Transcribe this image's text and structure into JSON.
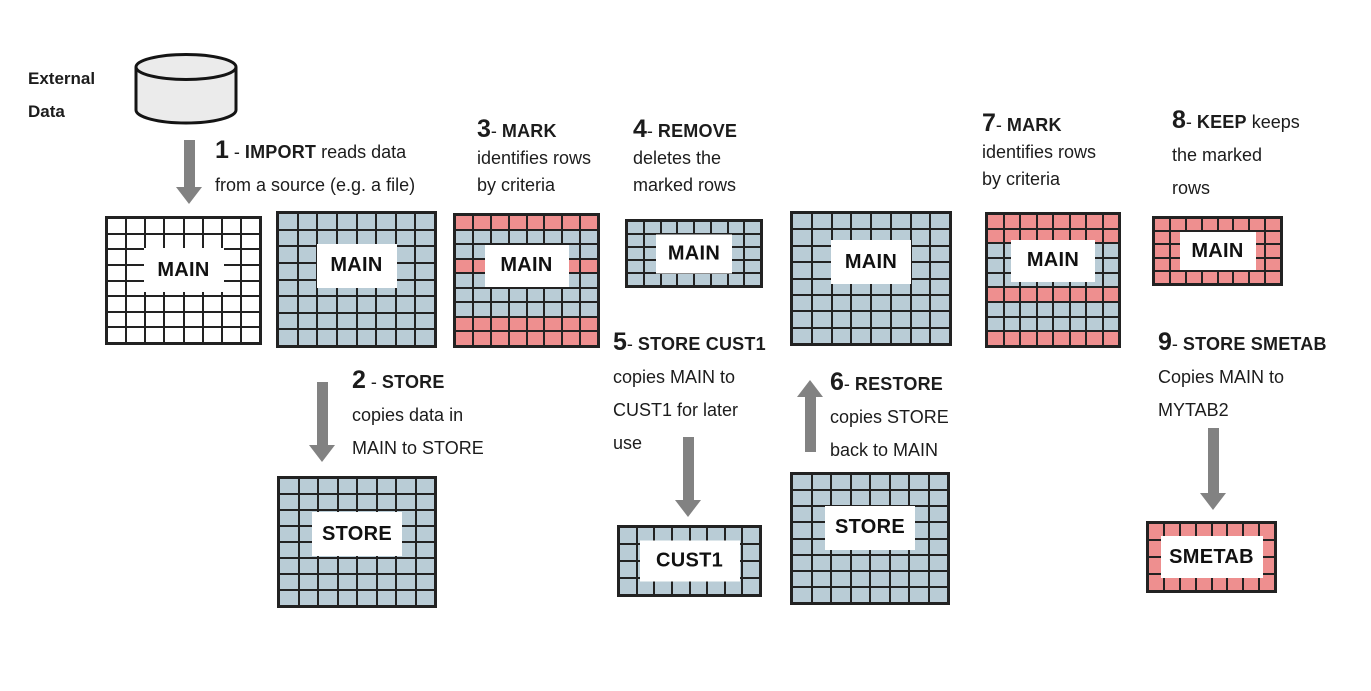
{
  "palette": {
    "cell_blue": "#b9ccd6",
    "cell_pink": "#ee8f8f",
    "cell_white": "#ffffff",
    "grid_line": "#222222",
    "arrow_gray": "#828282",
    "cylinder_fill": "#ebebeb",
    "text": "#1c1c1c"
  },
  "external_data": {
    "line1": "External",
    "line2": "Data"
  },
  "steps": [
    {
      "number": "1",
      "sep": " - ",
      "keyword": "IMPORT",
      "rest": " reads data",
      "lines": [
        "from a source (e.g. a file)"
      ]
    },
    {
      "number": "2",
      "sep": " - ",
      "keyword": "STORE",
      "rest": "",
      "lines": [
        "copies data in",
        "MAIN to STORE"
      ]
    },
    {
      "number": "3",
      "sep": "- ",
      "keyword": "MARK",
      "rest": "",
      "lines": [
        "identifies rows",
        "by criteria"
      ]
    },
    {
      "number": "4",
      "sep": "- ",
      "keyword": "REMOVE",
      "rest": "",
      "lines": [
        "deletes the",
        "marked rows"
      ]
    },
    {
      "number": "5",
      "sep": "- ",
      "keyword": "STORE CUST1",
      "rest": "",
      "lines": [
        "copies MAIN to",
        "CUST1 for later",
        "use"
      ]
    },
    {
      "number": "6",
      "sep": "- ",
      "keyword": "RESTORE",
      "rest": "",
      "lines": [
        "copies STORE",
        "back to MAIN"
      ]
    },
    {
      "number": "7",
      "sep": "- ",
      "keyword": "MARK",
      "rest": "",
      "lines": [
        "identifies rows",
        "by criteria"
      ]
    },
    {
      "number": "8",
      "sep": "- ",
      "keyword": "KEEP",
      "rest": " keeps",
      "lines": [
        "the marked",
        "rows"
      ]
    },
    {
      "number": "9",
      "sep": "- ",
      "keyword": "STORE SMETAB",
      "rest": "",
      "lines": [
        "Copies MAIN to",
        "MYTAB2"
      ]
    }
  ],
  "grids": {
    "main1": {
      "label": "MAIN",
      "cols": 8,
      "rows": 8,
      "fill": "white"
    },
    "main2": {
      "label": "MAIN",
      "cols": 8,
      "rows": 8,
      "fill": "blue"
    },
    "main3": {
      "label": "MAIN",
      "cols": 8,
      "rows": 9,
      "row_colors": [
        "pink",
        "blue",
        "blue",
        "pink",
        "blue",
        "blue",
        "blue",
        "pink",
        "pink"
      ]
    },
    "main4": {
      "label": "MAIN",
      "cols": 8,
      "rows": 5,
      "fill": "blue"
    },
    "main5": {
      "label": "MAIN",
      "cols": 8,
      "rows": 8,
      "fill": "blue"
    },
    "main6": {
      "label": "MAIN",
      "cols": 8,
      "rows": 9,
      "row_colors": [
        "pink",
        "pink",
        "blue",
        "blue",
        "blue",
        "pink",
        "blue",
        "blue",
        "pink"
      ]
    },
    "main7": {
      "label": "MAIN",
      "cols": 8,
      "rows": 5,
      "fill": "pink"
    },
    "store1": {
      "label": "STORE",
      "cols": 8,
      "rows": 8,
      "fill": "blue"
    },
    "cust1": {
      "label": "CUST1",
      "cols": 8,
      "rows": 4,
      "fill": "blue"
    },
    "store2": {
      "label": "STORE",
      "cols": 8,
      "rows": 8,
      "fill": "blue"
    },
    "smetab": {
      "label": "SMETAB",
      "cols": 8,
      "rows": 4,
      "fill": "pink"
    }
  }
}
